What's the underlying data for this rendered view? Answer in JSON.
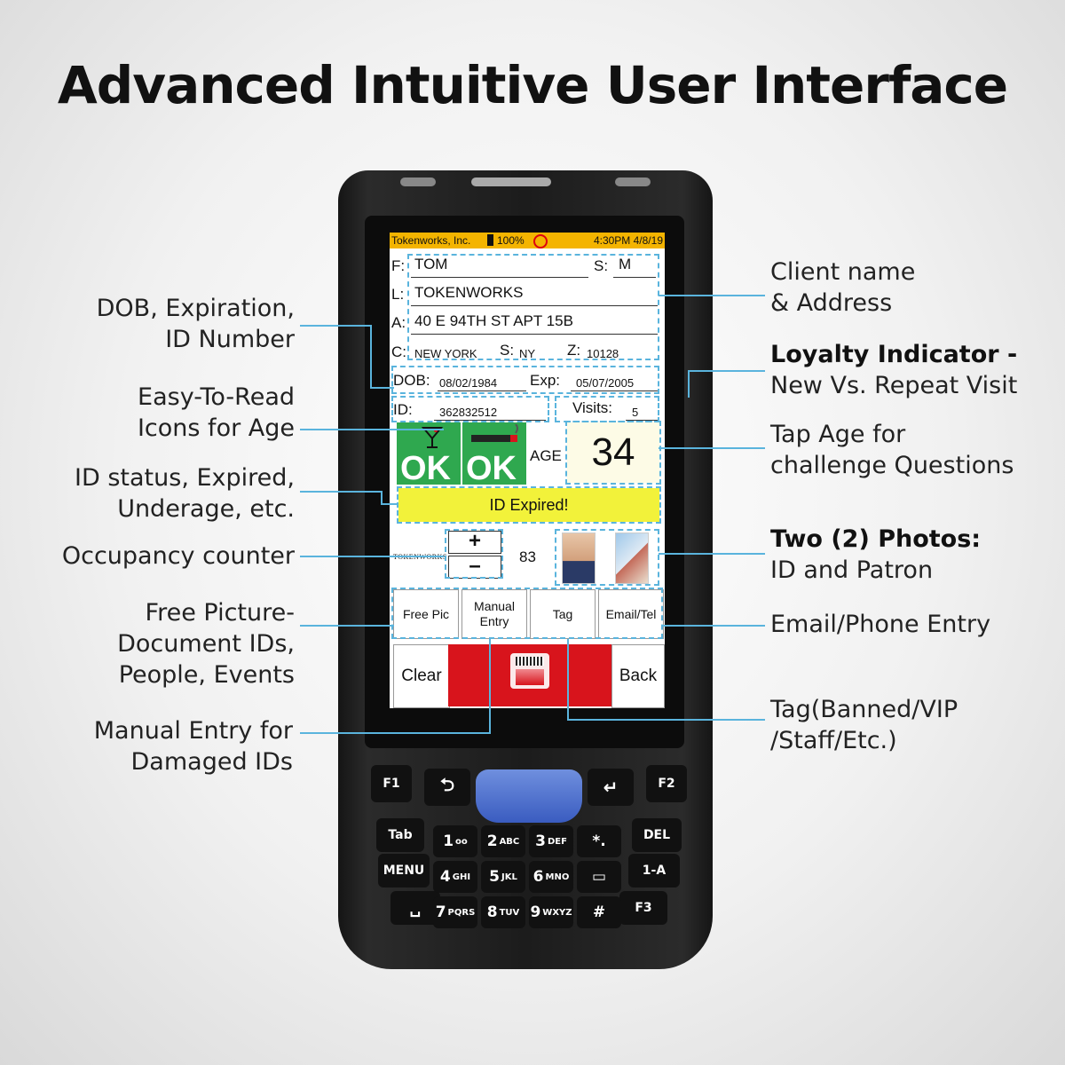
{
  "headline": "Advanced Intuitive User Interface",
  "callouts_left": [
    {
      "line1": "DOB, Expiration,",
      "line2": "ID Number"
    },
    {
      "line1": "Easy-To-Read",
      "line2": "Icons for Age"
    },
    {
      "line1": "ID status, Expired,",
      "line2": "Underage, etc."
    },
    {
      "line1": "Occupancy counter",
      "line2": ""
    },
    {
      "line1": "Free Picture-",
      "line2": "Document IDs,",
      "line3": "People, Events"
    },
    {
      "line1": "Manual Entry for",
      "line2": "Damaged IDs"
    }
  ],
  "callouts_right": [
    {
      "line1": "Client name",
      "line2": "& Address"
    },
    {
      "bold": "Loyalty Indicator -",
      "line2": "New Vs. Repeat Visit"
    },
    {
      "line1": "Tap Age for",
      "line2": "challenge Questions"
    },
    {
      "bold": "Two (2) Photos:",
      "line2": "ID and Patron"
    },
    {
      "line1": "Email/Phone Entry",
      "line2": ""
    },
    {
      "line1": "Tag(Banned/VIP",
      "line2": "/Staff/Etc.)"
    }
  ],
  "screen": {
    "status": {
      "company": "Tokenworks, Inc.",
      "battery": "100%",
      "time": "4:30PM 4/8/19"
    },
    "fields": {
      "f_label": "F:",
      "first_name": "TOM",
      "s_label": "S:",
      "sex": "M",
      "l_label": "L:",
      "last_name": "TOKENWORKS",
      "a_label": "A:",
      "address": "40 E 94TH ST APT 15B",
      "c_label": "C:",
      "city": "NEW YORK",
      "st_label": "S:",
      "state": "NY",
      "z_label": "Z:",
      "zip": "10128",
      "dob_label": "DOB:",
      "dob": "08/02/1984",
      "exp_label": "Exp:",
      "exp": "05/07/2005",
      "id_label": "ID:",
      "id_number": "362832512",
      "visits_label": "Visits:",
      "visits": "5"
    },
    "age_label": "AGE",
    "age": "34",
    "ok_label_1": "OK",
    "ok_label_2": "OK",
    "status_banner": "ID Expired!",
    "logo_text": "TOKENWORKS",
    "counter": {
      "plus": "+",
      "minus": "–",
      "count": "83"
    },
    "soft_buttons": [
      "Free Pic",
      "Manual Entry",
      "Tag",
      "Email/Tel"
    ],
    "clear": "Clear",
    "back": "Back"
  },
  "keypad": {
    "f1": "F1",
    "f2": "F2",
    "f3": "F3",
    "tab": "Tab",
    "del": "DEL",
    "menu": "MENU",
    "one_a": "1-A",
    "keys": [
      {
        "n": "1",
        "s": "oo"
      },
      {
        "n": "2",
        "s": "ABC"
      },
      {
        "n": "3",
        "s": "DEF"
      },
      {
        "n": "*.",
        "s": ""
      },
      {
        "n": "4",
        "s": "GHI"
      },
      {
        "n": "5",
        "s": "JKL"
      },
      {
        "n": "6",
        "s": "MNO"
      },
      {
        "n": "▭",
        "s": ""
      },
      {
        "n": "7",
        "s": "PQRS"
      },
      {
        "n": "8",
        "s": "TUV"
      },
      {
        "n": "9",
        "s": "WXYZ"
      },
      {
        "n": "#",
        "s": ""
      }
    ]
  },
  "colors": {
    "accent_line": "#5ab4dd",
    "status_bar": "#f4b400",
    "ok_green": "#2fa84f",
    "scan_red": "#d8141c",
    "banner_yellow": "#f2f23a"
  }
}
